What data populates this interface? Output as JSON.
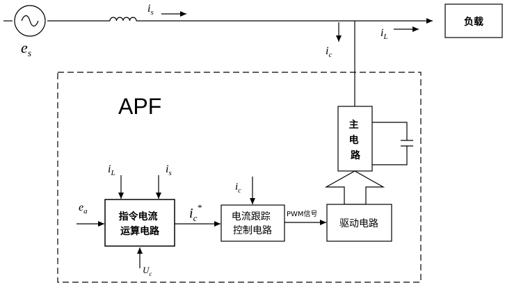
{
  "source": {
    "label_main": "e",
    "label_sub": "s"
  },
  "currents": {
    "is": {
      "main": "i",
      "sub": "s"
    },
    "iL": {
      "main": "i",
      "sub": "L"
    },
    "ic": {
      "main": "i",
      "sub": "c"
    }
  },
  "load": {
    "label": "负载"
  },
  "apf": {
    "title": "APF"
  },
  "main_circuit": {
    "line1": "主",
    "line2": "电",
    "line3": "路"
  },
  "command_block": {
    "line1": "指令电流",
    "line2": "运算电路",
    "input_ea": {
      "main": "e",
      "sub": "a"
    },
    "input_iL": {
      "main": "i",
      "sub": "L"
    },
    "input_is": {
      "main": "i",
      "sub": "s"
    },
    "input_uc": {
      "main": "U",
      "sub": "c"
    }
  },
  "ref_current": {
    "main": "i",
    "sub": "c",
    "sup": "*"
  },
  "tracking_block": {
    "line1": "电流跟踪",
    "line2": "控制电路",
    "feedback": {
      "main": "i",
      "sub": "c"
    }
  },
  "pwm": {
    "label": "PWM信号"
  },
  "driver_block": {
    "label": "驱动电路"
  }
}
